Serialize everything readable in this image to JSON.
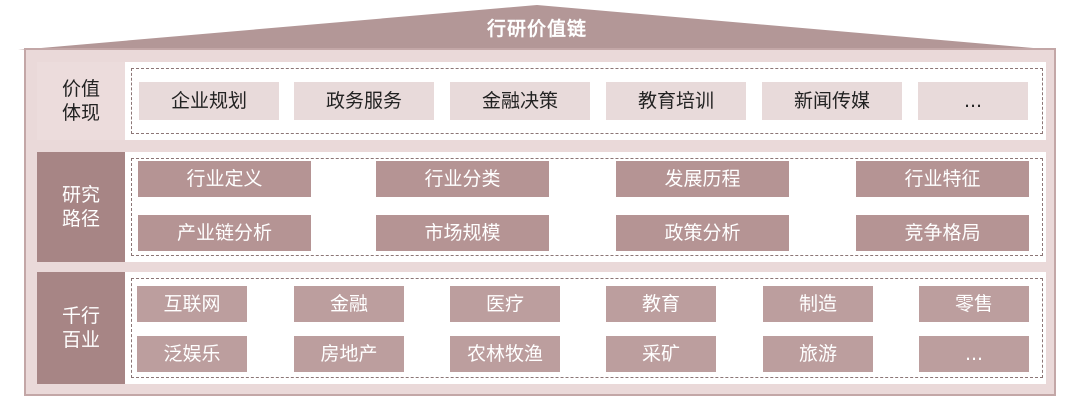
{
  "title": "行研价值链",
  "sections": [
    {
      "label": "价值体现",
      "items": [
        "企业规划",
        "政务服务",
        "金融决策",
        "教育培训",
        "新闻传媒",
        "..."
      ]
    },
    {
      "label": "研究路径",
      "items": [
        "行业定义",
        "行业分类",
        "发展历程",
        "行业特征",
        "产业链分析",
        "市场规模",
        "政策分析",
        "竞争格局"
      ]
    },
    {
      "label": "千行百业",
      "items": [
        "互联网",
        "金融",
        "医疗",
        "教育",
        "制造",
        "零售",
        "泛娱乐",
        "房地产",
        "农林牧渔",
        "采矿",
        "旅游",
        "..."
      ]
    }
  ],
  "colors": {
    "roof": "#b39797",
    "frame": "#ead9d9",
    "light_box": "#e8dada",
    "dark_box": "#b59494",
    "dark_label": "#a78585"
  }
}
